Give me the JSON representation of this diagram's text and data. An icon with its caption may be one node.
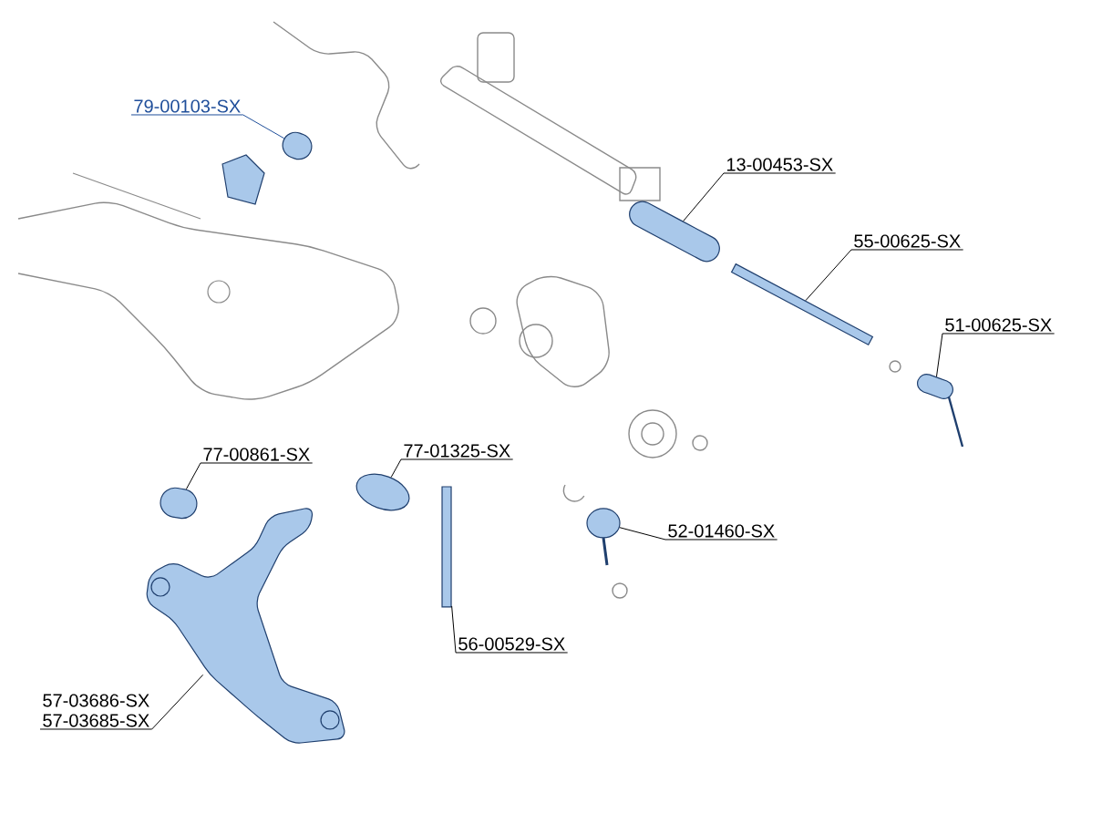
{
  "diagram": {
    "nodes": [
      {
        "text": [
          "79-00103-SX"
        ]
      },
      {
        "text": [],
        "shape": "picture"
      },
      {
        "text": [
          "13-00453-SX"
        ]
      },
      {
        "text": [],
        "shape": "picture"
      },
      {
        "text": [
          "55-00625-SX"
        ]
      },
      {
        "text": [],
        "shape": "bar"
      },
      {
        "text": [
          "51-00625-SX"
        ]
      },
      {
        "text": [],
        "shape": "picture"
      },
      {
        "text": [
          "77-00861-SX"
        ]
      },
      {
        "text": [],
        "shape": "cylinder"
      },
      {
        "text": [
          "77-01325-SX"
        ]
      },
      {
        "text": [],
        "shape": "picture"
      },
      {
        "text": [
          "52-01460-SX"
        ]
      },
      {
        "text": [],
        "shape": "circle"
      },
      {
        "text": [
          "56-00529-SX"
        ]
      },
      {
        "text": [],
        "shape": "bar"
      },
      {
        "text": [
          "57-03686-SX",
          "57-03685-SX"
        ]
      },
      {
        "text": [],
        "shape": "picture"
      }
    ],
    "edges": [
      {
        "from": 0,
        "to": 1,
        "arrow": "none",
        "color": "#1f4e9a"
      },
      {
        "from": 2,
        "to": 3,
        "arrow": "none"
      },
      {
        "from": 4,
        "to": 5,
        "arrow": "none"
      },
      {
        "from": 6,
        "to": 7,
        "arrow": "none"
      },
      {
        "from": 8,
        "to": 9,
        "arrow": "none"
      },
      {
        "from": 10,
        "to": 11,
        "arrow": "none"
      },
      {
        "from": 12,
        "to": 13,
        "arrow": "none"
      },
      {
        "from": 14,
        "to": 15,
        "arrow": "none"
      },
      {
        "from": 16,
        "to": 17,
        "arrow": "none"
      }
    ]
  }
}
